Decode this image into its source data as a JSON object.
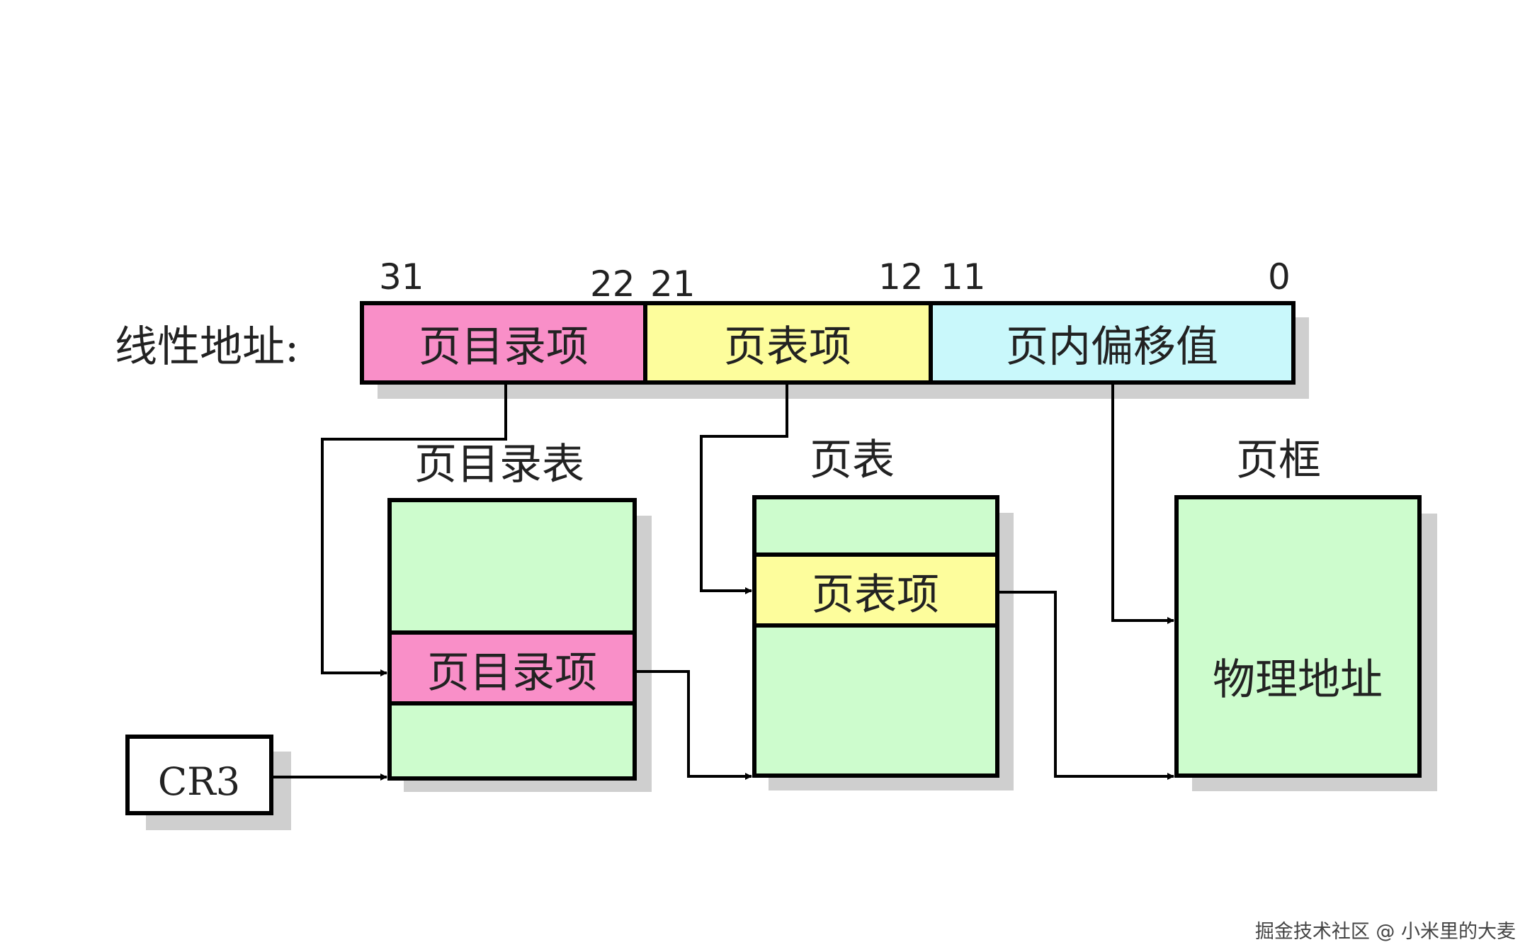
{
  "linear_address": {
    "label": "线性地址:",
    "bits": [
      "31",
      "22",
      "21",
      "12",
      "11",
      "0"
    ],
    "fields": [
      {
        "name": "页目录项",
        "color": "#f98fc8"
      },
      {
        "name": "页表项",
        "color": "#fdfd9c"
      },
      {
        "name": "页内偏移值",
        "color": "#c9f8fb"
      }
    ]
  },
  "page_directory": {
    "title": "页目录表",
    "entry": "页目录项",
    "fill": "#cdfccd",
    "entry_color": "#f98fc8"
  },
  "page_table": {
    "title": "页表",
    "entry": "页表项",
    "fill": "#cdfccd",
    "entry_color": "#fdfd9c"
  },
  "page_frame": {
    "title": "页框",
    "content": "物理地址",
    "fill": "#cdfccd"
  },
  "cr3": {
    "label": "CR3"
  },
  "watermark": "掘金技术社区 @ 小米里的大麦"
}
